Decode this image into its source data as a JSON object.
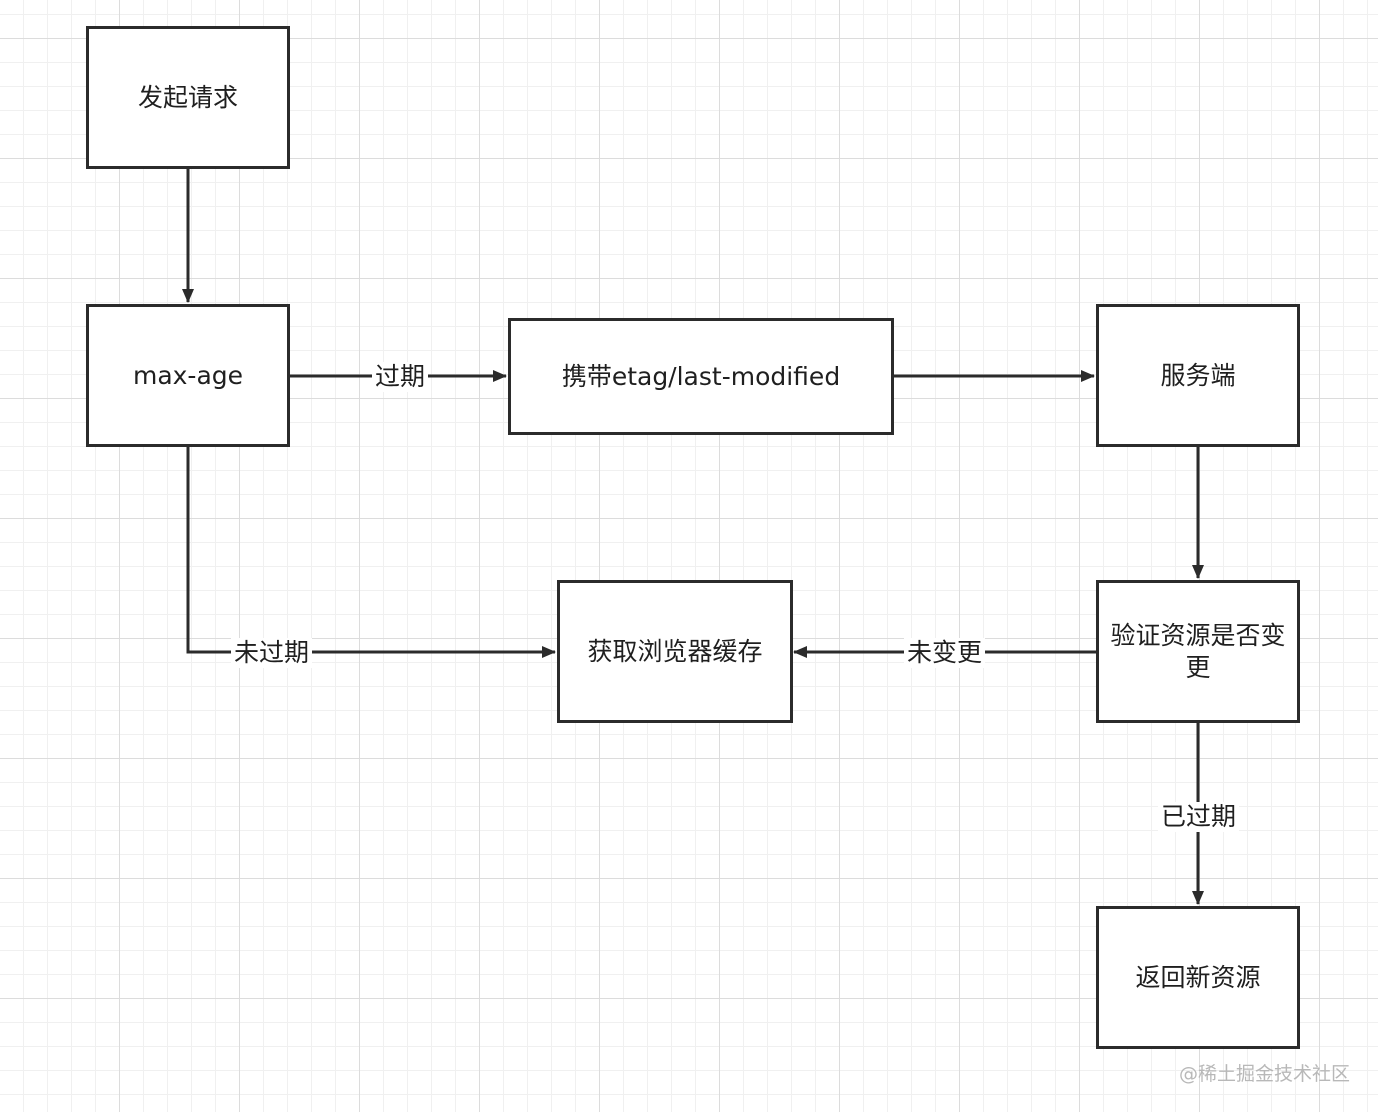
{
  "nodes": {
    "start": "发起请求",
    "max_age": "max-age",
    "carry": "携带etag/last-modified",
    "server": "服务端",
    "verify": "验证资源是否变更",
    "cache": "获取浏览器缓存",
    "new_resource": "返回新资源"
  },
  "edges": {
    "expired": "过期",
    "not_expired": "未过期",
    "unchanged": "未变更",
    "already_expired": "已过期"
  },
  "watermark": "@稀土掘金技术社区",
  "colors": {
    "stroke": "#2b2b2b",
    "grid_major": "#dcdcdc",
    "grid_minor": "#f0f0f0"
  }
}
